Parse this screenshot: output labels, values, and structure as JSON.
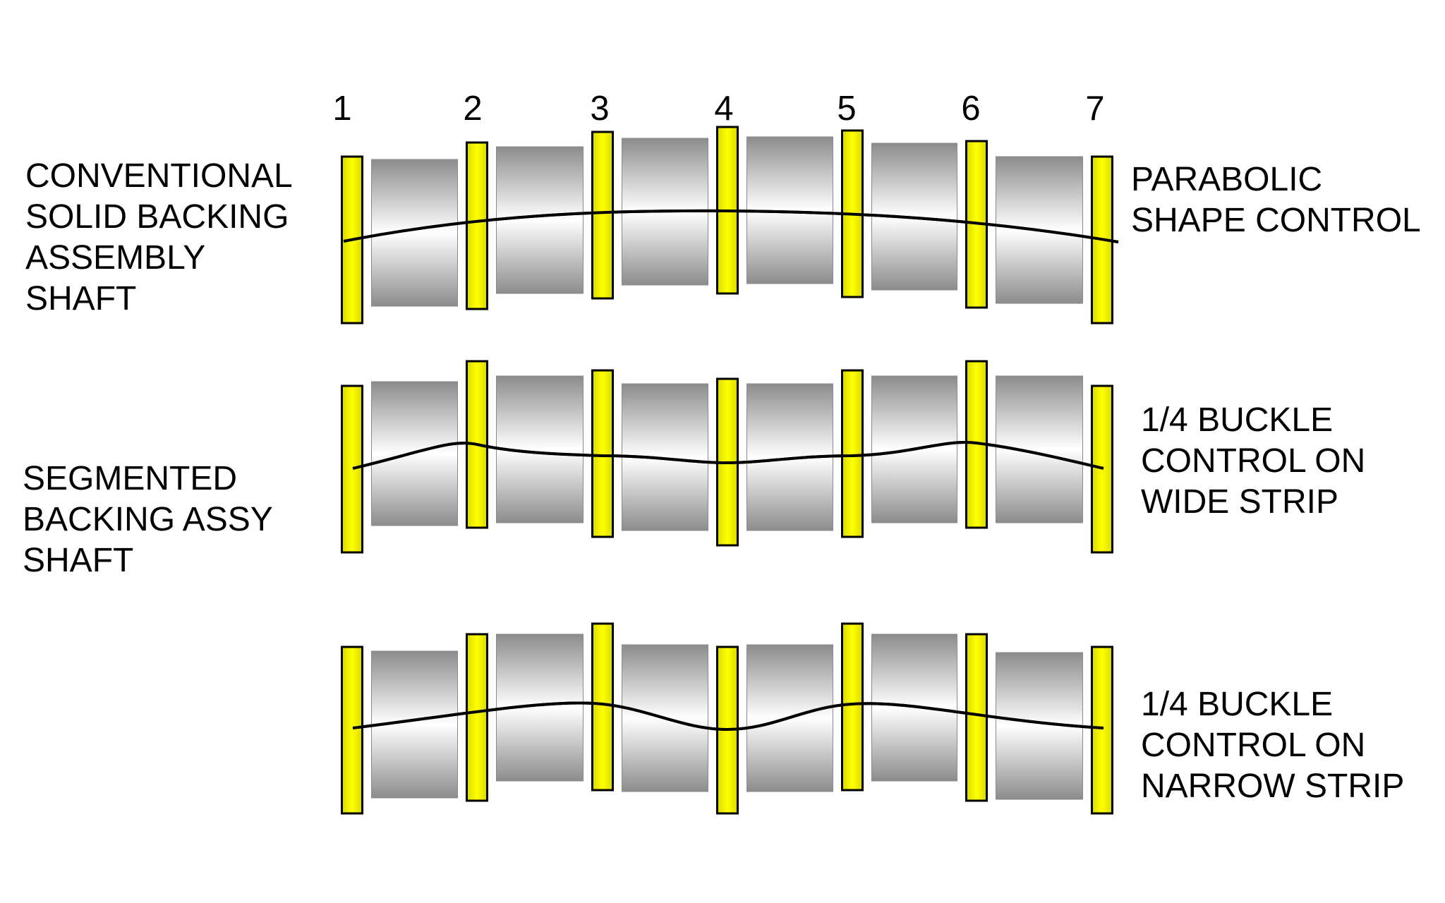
{
  "positions": [
    "1",
    "2",
    "3",
    "4",
    "5",
    "6",
    "7"
  ],
  "colors": {
    "disc": "#ffff00",
    "disc_edge": "#b5b500",
    "roll_dark": "#8c8c8c",
    "roll_light": "#ffffff",
    "outline": "#000000"
  },
  "rows": [
    {
      "name": "conventional",
      "left_label": [
        "CONVENTIONAL",
        "SOLID BACKING",
        "ASSEMBLY",
        "SHAFT"
      ],
      "right_label": [
        "PARABOLIC",
        "SHAPE CONTROL"
      ],
      "profile": "parabolic"
    },
    {
      "name": "segmented-wide",
      "left_label": [
        "SEGMENTED",
        "BACKING ASSY",
        "SHAFT"
      ],
      "right_label": [
        "1/4 BUCKLE",
        "CONTROL ON",
        "WIDE STRIP"
      ],
      "profile": "quarter-buckle-wide"
    },
    {
      "name": "segmented-narrow",
      "left_label": [],
      "right_label": [
        "1/4 BUCKLE",
        "CONTROL ON",
        "NARROW STRIP"
      ],
      "profile": "quarter-buckle-narrow"
    }
  ]
}
